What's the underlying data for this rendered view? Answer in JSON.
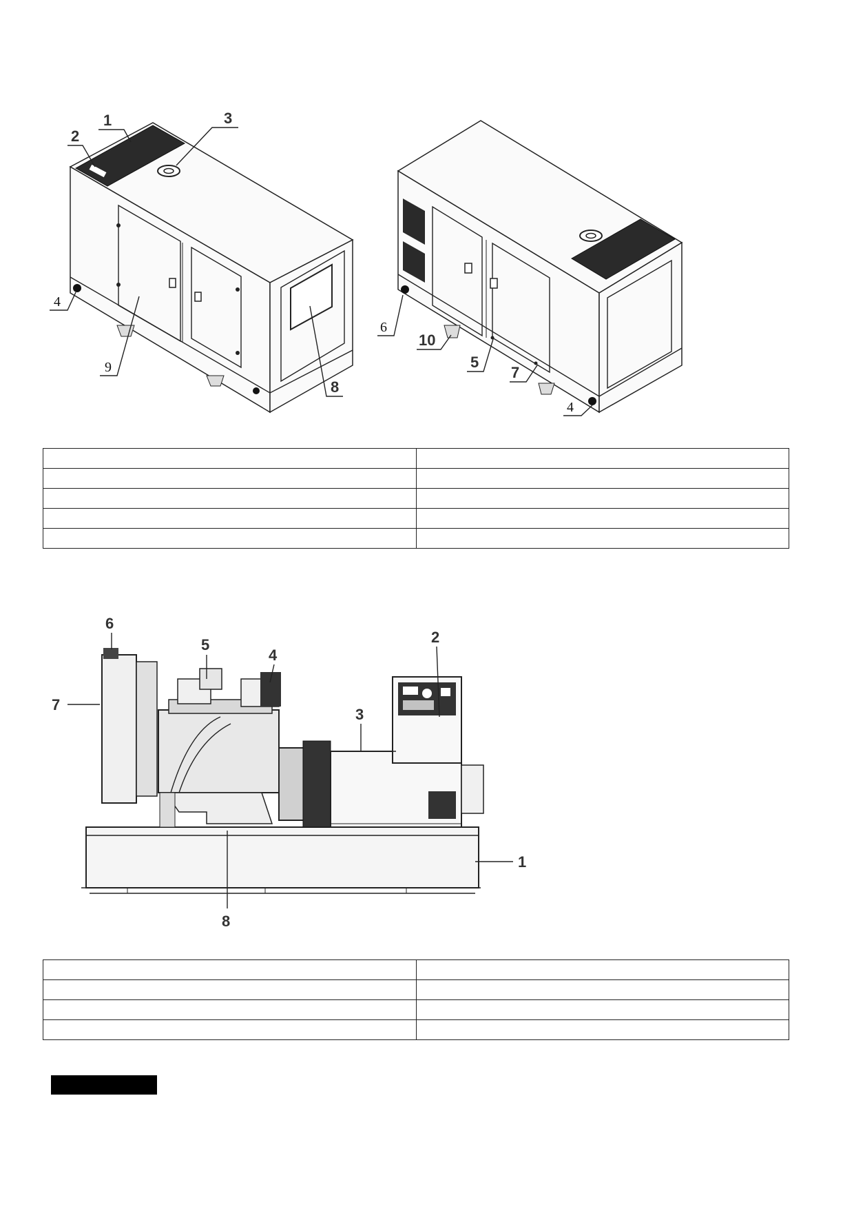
{
  "figure1": {
    "left_unit": {
      "callouts": [
        "1",
        "2",
        "3",
        "4",
        "9",
        "8"
      ]
    },
    "right_unit": {
      "callouts": [
        "6",
        "10",
        "5",
        "7",
        "4"
      ]
    }
  },
  "table1": {
    "rows": [
      [
        "",
        ""
      ],
      [
        "",
        ""
      ],
      [
        "",
        ""
      ],
      [
        "",
        ""
      ],
      [
        "",
        ""
      ]
    ]
  },
  "figure2": {
    "callouts": [
      "6",
      "5",
      "4",
      "2",
      "7",
      "3",
      "1",
      "8"
    ]
  },
  "table2": {
    "rows": [
      [
        "",
        ""
      ],
      [
        "",
        ""
      ],
      [
        "",
        ""
      ],
      [
        "",
        ""
      ]
    ]
  }
}
